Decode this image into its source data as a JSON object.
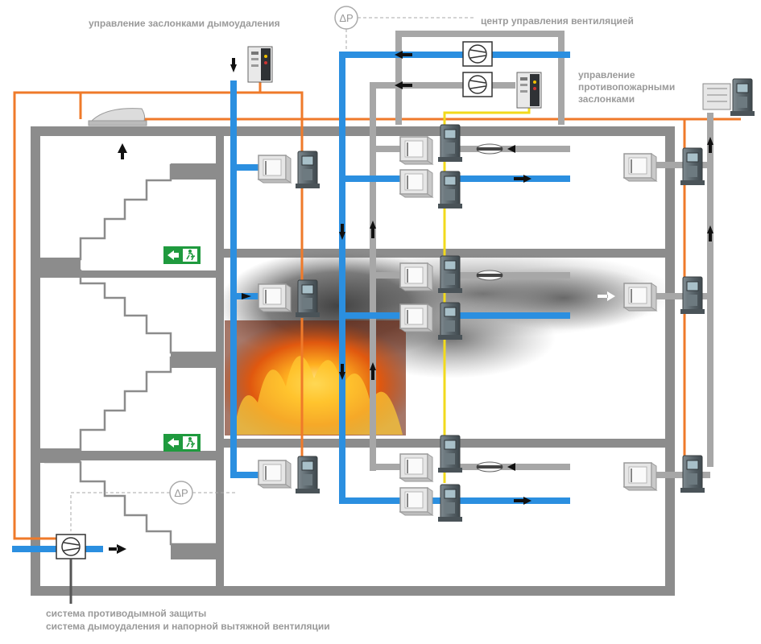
{
  "labels": {
    "smoke_damper_control": "управление заслонками дымоудаления",
    "ventilation_center": "центр управления вентиляцией",
    "fire_damper_control": [
      "управление",
      "противопожарными",
      "заслонками"
    ],
    "smoke_protection_system": "система противодымной защиты",
    "smoke_exhaust_system": "система дымоудаления и напорной вытяжной вентиляции",
    "pressure_sensor_symbol": "ΔP"
  },
  "colors": {
    "supply_duct": "#2b8fe0",
    "return_duct": "#a7a7a7",
    "control_line": "#ef7a2a",
    "signal_line": "#f2da1c",
    "building": "#8c8c8c",
    "exit_sign": "#1f9a3e",
    "label": "#9a9a9a"
  },
  "icons": {
    "exit": "emergency-exit-sign-icon",
    "fan": "fan-icon",
    "damper": "damper-icon",
    "actuator": "actuator-icon",
    "controller": "controller-cabinet-icon",
    "smoke_detector": "smoke-detector-icon",
    "skylight": "smoke-hatch-icon",
    "fire": "fire-icon",
    "smoke": "smoke-cloud-icon"
  }
}
